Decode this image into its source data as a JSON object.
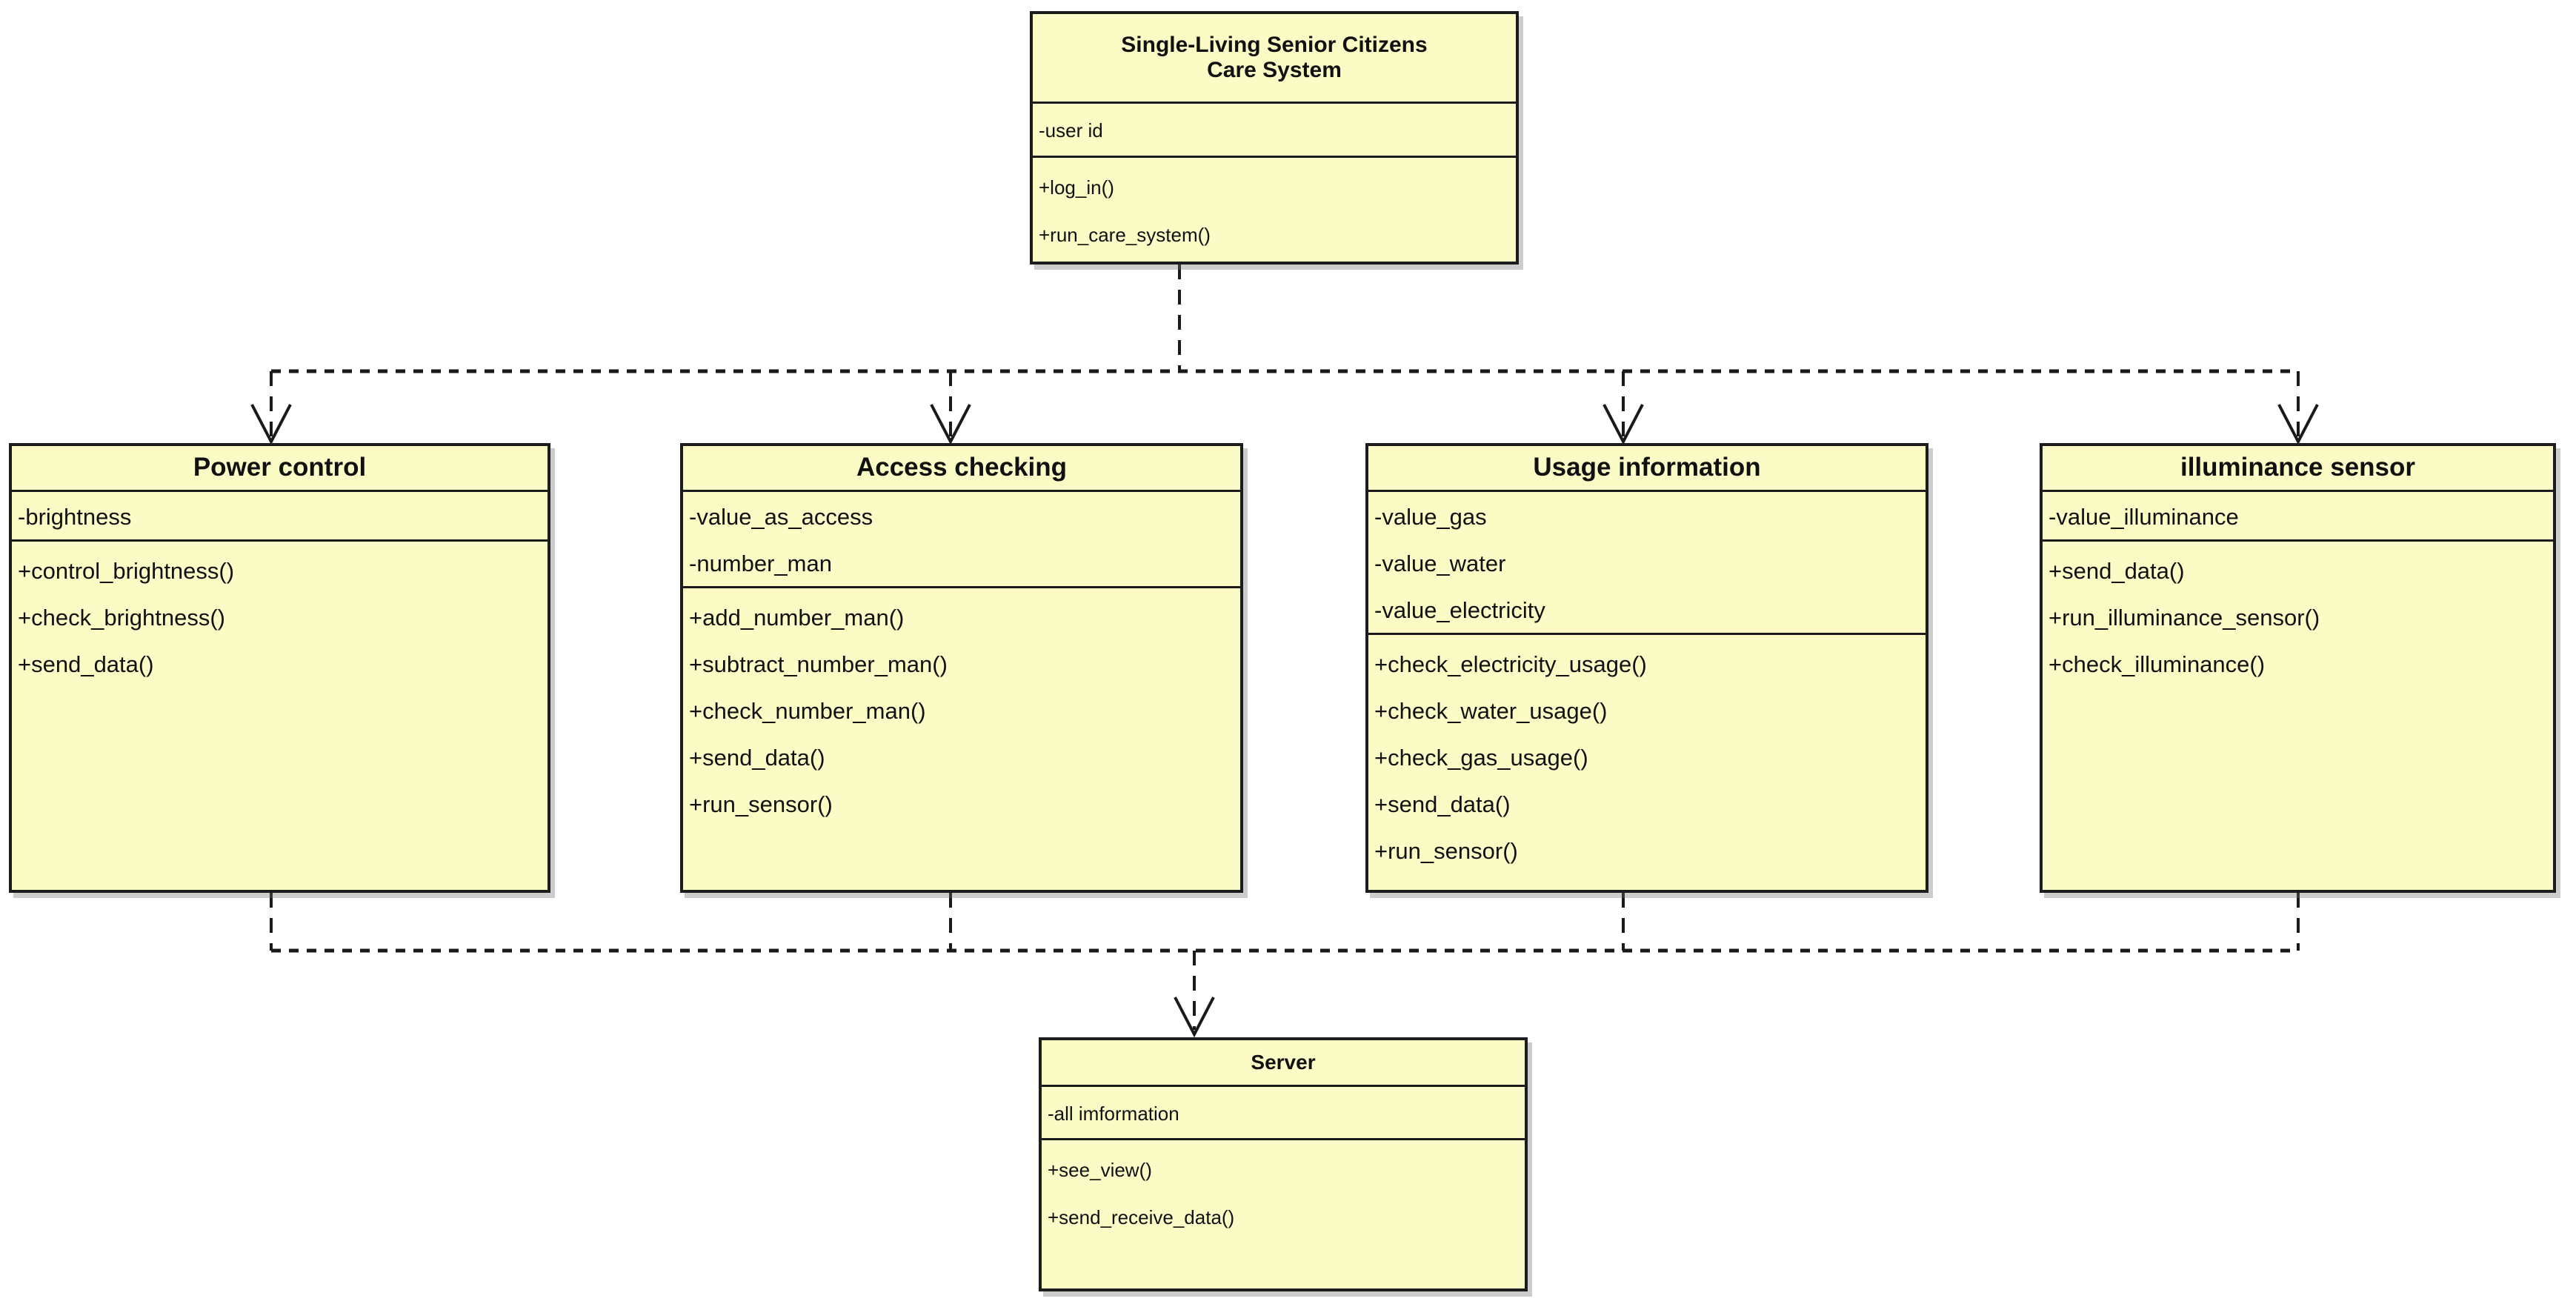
{
  "diagram_type": "uml-class-diagram",
  "colors": {
    "class_fill": "#fbfbc6",
    "class_border": "#1c1c1c",
    "connector": "#1a1a1a",
    "background": "#ffffff"
  },
  "classes": {
    "care_system": {
      "name": "Single-Living Senior Citizens Care System",
      "name_lines": [
        "Single-Living Senior Citizens",
        "Care System"
      ],
      "attributes": [
        "-user id"
      ],
      "methods": [
        "+log_in()",
        "+run_care_system()"
      ]
    },
    "power_control": {
      "name": "Power control",
      "attributes": [
        "-brightness"
      ],
      "methods": [
        "+control_brightness()",
        "+check_brightness()",
        "+send_data()"
      ]
    },
    "access_checking": {
      "name": "Access checking",
      "attributes": [
        "-value_as_access",
        "-number_man"
      ],
      "methods": [
        "+add_number_man()",
        "+subtract_number_man()",
        "+check_number_man()",
        "+send_data()",
        "+run_sensor()"
      ]
    },
    "usage_information": {
      "name": "Usage information",
      "attributes": [
        "-value_gas",
        "-value_water",
        "-value_electricity"
      ],
      "methods": [
        "+check_electricity_usage()",
        "+check_water_usage()",
        "+check_gas_usage()",
        "+send_data()",
        "+run_sensor()"
      ]
    },
    "illuminance_sensor": {
      "name": "illuminance sensor",
      "attributes": [
        "-value_illuminance"
      ],
      "methods": [
        "+send_data()",
        "+run_illuminance_sensor()",
        "+check_illuminance()"
      ]
    },
    "server": {
      "name": "Server",
      "attributes": [
        "-all imformation"
      ],
      "methods": [
        "+see_view()",
        "+send_receive_data()"
      ]
    }
  },
  "relationships": [
    {
      "from": "Single-Living Senior Citizens Care System",
      "to": "Power control",
      "type": "dependency",
      "line_style": "dashed",
      "arrowhead": "open"
    },
    {
      "from": "Single-Living Senior Citizens Care System",
      "to": "Access checking",
      "type": "dependency",
      "line_style": "dashed",
      "arrowhead": "open"
    },
    {
      "from": "Single-Living Senior Citizens Care System",
      "to": "Usage information",
      "type": "dependency",
      "line_style": "dashed",
      "arrowhead": "open"
    },
    {
      "from": "Single-Living Senior Citizens Care System",
      "to": "illuminance sensor",
      "type": "dependency",
      "line_style": "dashed",
      "arrowhead": "open"
    },
    {
      "from": "Power control",
      "to": "Server",
      "type": "dependency",
      "line_style": "dashed",
      "arrowhead": "open"
    },
    {
      "from": "Access checking",
      "to": "Server",
      "type": "dependency",
      "line_style": "dashed",
      "arrowhead": "open"
    },
    {
      "from": "Usage information",
      "to": "Server",
      "type": "dependency",
      "line_style": "dashed",
      "arrowhead": "open"
    },
    {
      "from": "illuminance sensor",
      "to": "Server",
      "type": "dependency",
      "line_style": "dashed",
      "arrowhead": "open"
    }
  ]
}
